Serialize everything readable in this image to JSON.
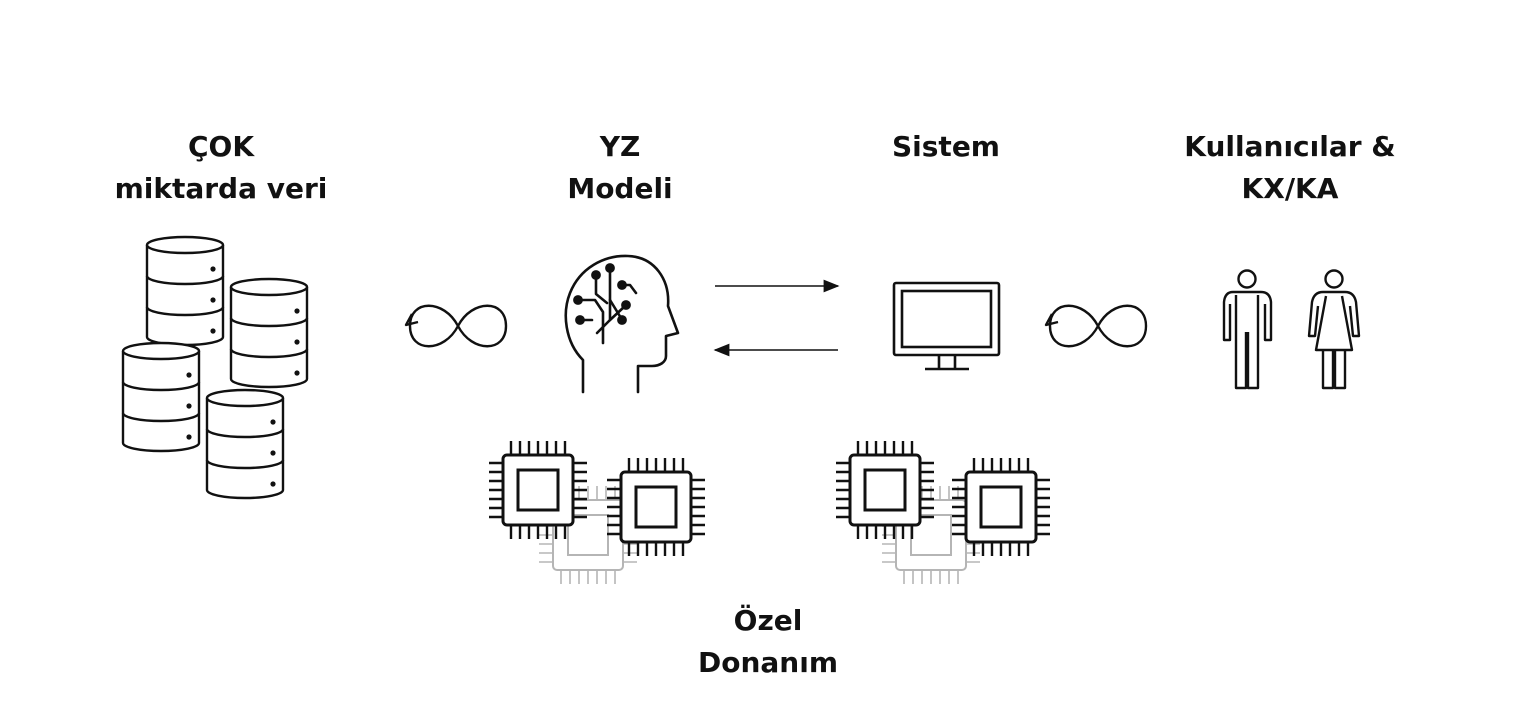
{
  "labels": {
    "data": {
      "line1": "ÇOK",
      "line2": "miktarda veri"
    },
    "model": {
      "line1": "YZ",
      "line2": "Modeli"
    },
    "system": {
      "line1": "Sistem"
    },
    "users": {
      "line1": "Kullanıcılar &",
      "line2": "KX/KA"
    },
    "hardware": {
      "line1": "Özel",
      "line2": "Donanım"
    }
  },
  "colors": {
    "ink": "#111111",
    "faded": "#b5b5b5",
    "background": "#ffffff"
  }
}
